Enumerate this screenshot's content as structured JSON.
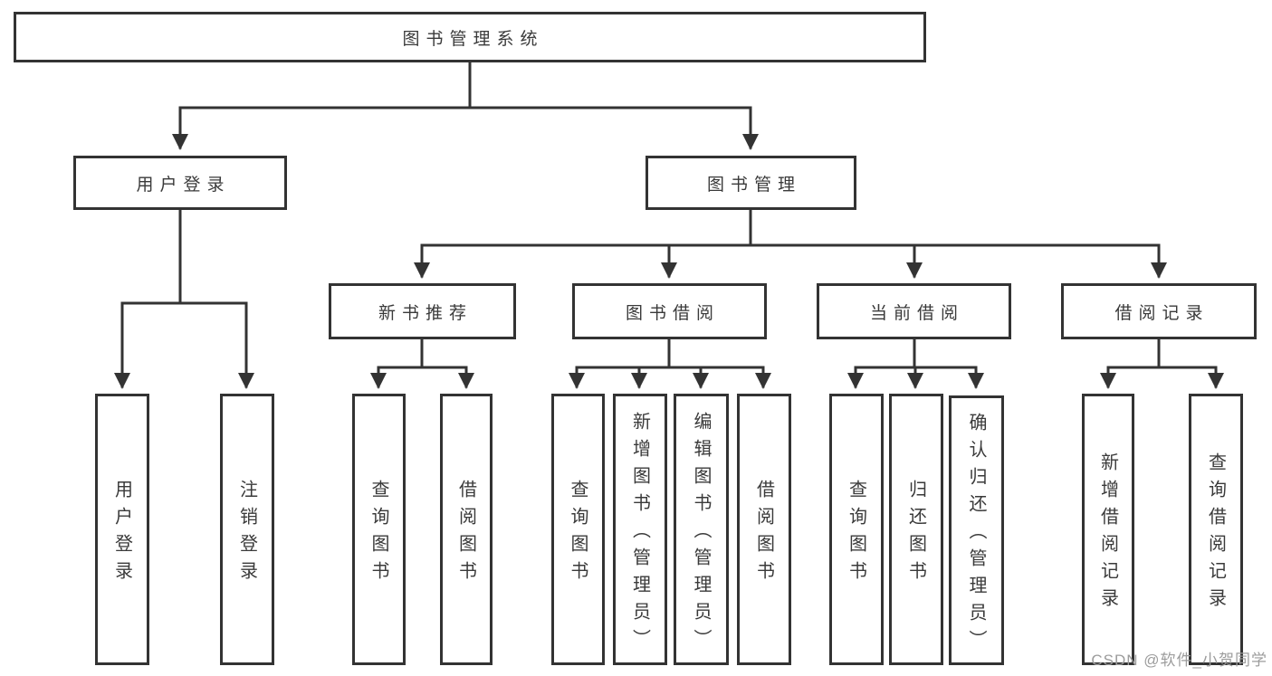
{
  "diagram": {
    "title": "图书管理系统",
    "nodes": {
      "root": "图书管理系统",
      "user_login": "用户登录",
      "book_management": "图书管理",
      "new_book_recommendation": "新书推荐",
      "book_borrowing": "图书借阅",
      "current_borrowing": "当前借阅",
      "borrowing_records": "借阅记录",
      "leaves": {
        "user_login": "用户登录",
        "logout_login": "注销登录",
        "nbr_query_books": "查询图书",
        "nbr_borrow_books": "借阅图书",
        "bb_query_books": "查询图书",
        "bb_add_books_admin": "新增图书（管理员）",
        "bb_edit_books_admin": "编辑图书（管理员）",
        "bb_borrow_books": "借阅图书",
        "cb_query_books": "查询图书",
        "cb_return_books": "归还图书",
        "cb_confirm_return_admin": "确认归还（管理员）",
        "br_add_record": "新增借阅记录",
        "br_query_record": "查询借阅记录"
      }
    }
  },
  "watermark": "CSDN @软件_小贺同学",
  "colors": {
    "line": "#333333",
    "text": "#3a3a3a",
    "watermark": "#9c9c9c",
    "background": "#ffffff"
  }
}
